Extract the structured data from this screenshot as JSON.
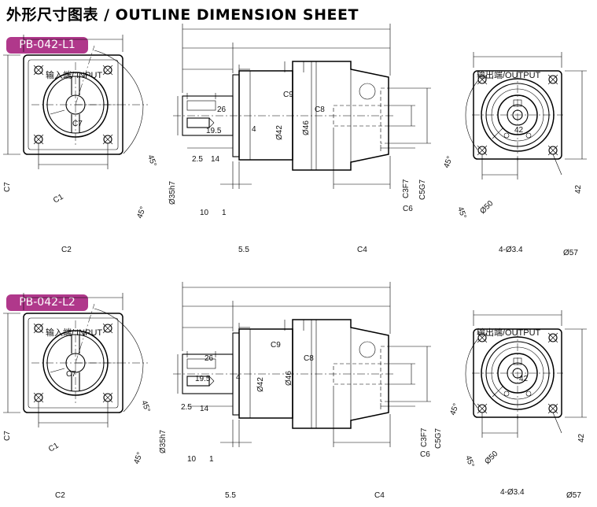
{
  "title": "外形尺寸图表 / OUTLINE DIMENSION SHEET",
  "colors": {
    "badge": "#b0388b"
  },
  "sections": [
    {
      "model": "PB-042-L1",
      "input_label": "输入端/ INPUT",
      "output_label": "输出端/OUTPUT",
      "dims": {
        "c7": "C7",
        "c1": "C1",
        "c2": "C2",
        "a45a": "45°",
        "a45b": "45°",
        "c9": "C9",
        "d26": "26",
        "c8": "C8",
        "d195": "19.5",
        "d4": "4",
        "d42": "Ø42",
        "d46": "Ø46",
        "d25": "2.5",
        "d14": "14",
        "d35": "Ø35h7",
        "c3": "C3F7",
        "c5": "C5G7",
        "c6": "C6",
        "d10": "10",
        "d1": "1",
        "d55": "5.5",
        "c4": "C4",
        "o42t": "42",
        "o42r": "42",
        "o45a": "45°",
        "o45b": "45°",
        "o50": "Ø50",
        "o34": "4-Ø3.4",
        "o57": "Ø57"
      }
    },
    {
      "model": "PB-042-L2",
      "input_label": "输入端/ INPUT",
      "output_label": "输出端/OUTPUT",
      "dims": {
        "c7": "C7",
        "c1": "C1",
        "c2": "C2",
        "a45a": "45°",
        "a45b": "45°",
        "c9": "C9",
        "d26": "26",
        "c8": "C8",
        "d195": "19.5",
        "d4": "4",
        "d42": "Ø42",
        "d46": "Ø46",
        "d25": "2.5",
        "d14": "14",
        "d35": "Ø35h7",
        "c3": "C3F7",
        "c5": "C5G7",
        "c6": "C6",
        "d10": "10",
        "d1": "1",
        "d55": "5.5",
        "c4": "C4",
        "o42t": "42",
        "o42r": "42",
        "o45a": "45°",
        "o45b": "45°",
        "o50": "Ø50",
        "o34": "4-Ø3.4",
        "o57": "Ø57"
      }
    }
  ]
}
